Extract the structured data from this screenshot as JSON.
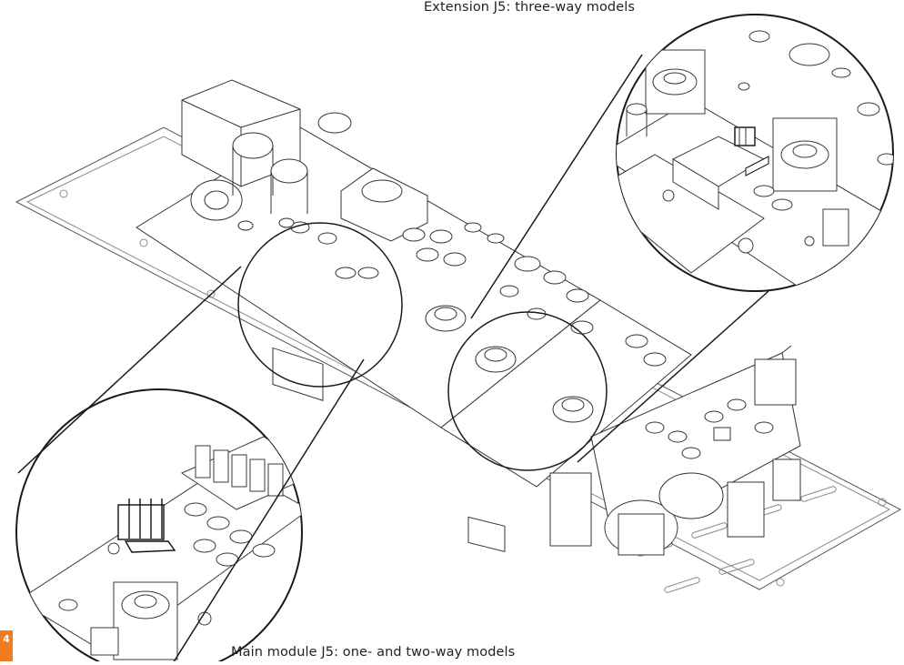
{
  "captions": {
    "extension_j5": "Extension J5: three-way models",
    "main_j5": "Main module J5: one- and two-way models"
  },
  "page_tab": "4",
  "colors": {
    "line": "#2a2a2a",
    "light_line": "#8a8a8a",
    "accent_tab": "#f07c1e"
  }
}
